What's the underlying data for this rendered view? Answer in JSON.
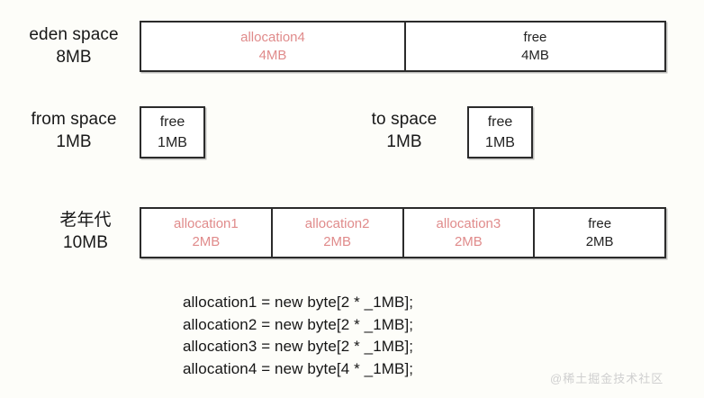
{
  "diagram": {
    "title": "JVM heap memory allocation diagram",
    "background_color": "#fdfdf9",
    "used_color": "#e08b8b",
    "free_color": "#232323",
    "border_color": "#2b2b2b"
  },
  "rows": [
    {
      "id": "eden",
      "label_line1": "eden space",
      "label_line2": "8MB",
      "cells": [
        {
          "name": "allocation4",
          "size": "4MB",
          "state": "used"
        },
        {
          "name": "free",
          "size": "4MB",
          "state": "free"
        }
      ]
    },
    {
      "id": "from-space",
      "label_line1": "from space",
      "label_line2": "1MB",
      "cells": [
        {
          "name": "free",
          "size": "1MB",
          "state": "free"
        }
      ]
    },
    {
      "id": "to-space",
      "label_line1": "to space",
      "label_line2": "1MB",
      "cells": [
        {
          "name": "free",
          "size": "1MB",
          "state": "free"
        }
      ]
    },
    {
      "id": "old-generation",
      "label_line1": "老年代",
      "label_line2": "10MB",
      "cells": [
        {
          "name": "allocation1",
          "size": "2MB",
          "state": "used"
        },
        {
          "name": "allocation2",
          "size": "2MB",
          "state": "used"
        },
        {
          "name": "allocation3",
          "size": "2MB",
          "state": "used"
        },
        {
          "name": "free",
          "size": "2MB",
          "state": "free"
        }
      ]
    }
  ],
  "code": {
    "lines": [
      "allocation1 = new byte[2 * _1MB];",
      "allocation2 = new byte[2 * _1MB];",
      "allocation3 = new byte[2 * _1MB];",
      "allocation4 = new byte[4 * _1MB];"
    ]
  },
  "watermark": {
    "text": "@稀土掘金技术社区"
  }
}
